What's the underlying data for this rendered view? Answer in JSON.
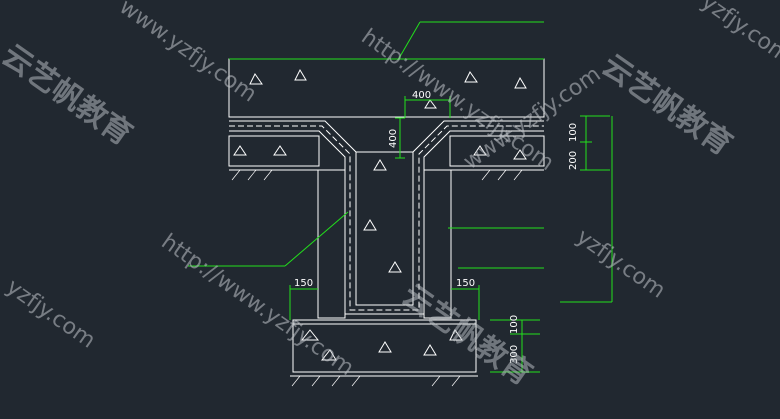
{
  "dimensions": {
    "top_width": "400",
    "top_depth": "400",
    "right_100": "100",
    "right_200": "200",
    "left_150": "150",
    "right_150": "150",
    "base_100": "100",
    "base_300": "300"
  },
  "watermarks": {
    "url_a": "http://www.yzfjy.com",
    "url_b": "www.yzfjy.com",
    "url_c": "yzfjy.com",
    "cn": "云艺帆教育"
  },
  "colors": {
    "background": "#212830",
    "line": "#ffffff",
    "leader": "#22e01c"
  }
}
